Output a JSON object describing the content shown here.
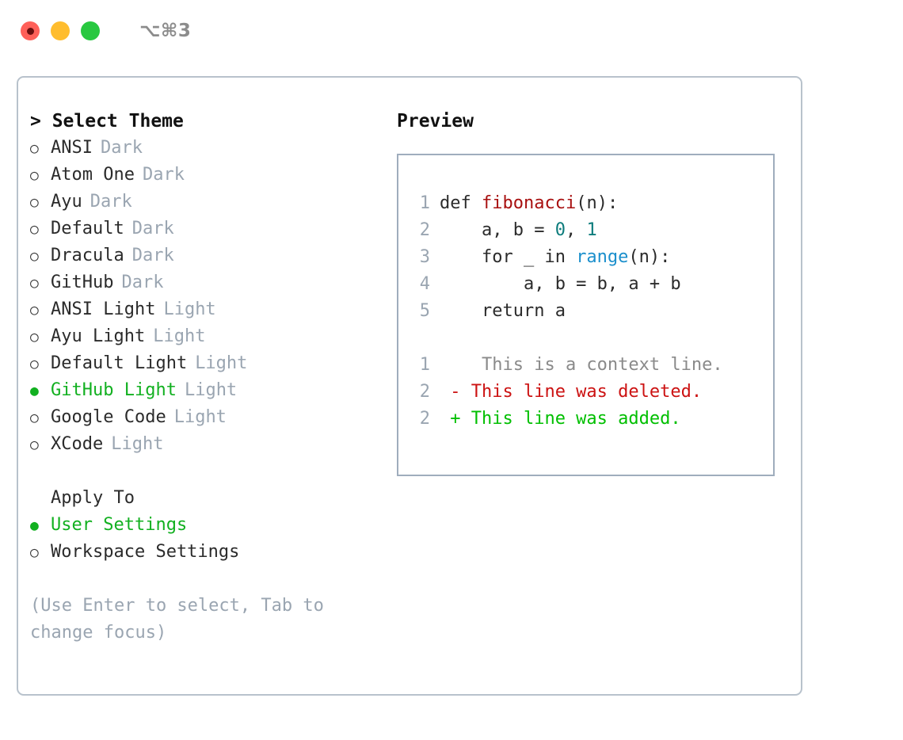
{
  "titlebar": {
    "shortcut": "⌥⌘3",
    "lights": [
      {
        "name": "close",
        "color": "#ff6059"
      },
      {
        "name": "minimize",
        "color": "#ffbd2e"
      },
      {
        "name": "maximize",
        "color": "#28c840"
      }
    ]
  },
  "theme_picker": {
    "heading": "> Select Theme",
    "marker_selected": "●",
    "marker_unselected": "○",
    "items": [
      {
        "label": "ANSI",
        "tag": "Dark",
        "selected": false
      },
      {
        "label": "Atom One",
        "tag": "Dark",
        "selected": false
      },
      {
        "label": "Ayu",
        "tag": "Dark",
        "selected": false
      },
      {
        "label": "Default",
        "tag": "Dark",
        "selected": false
      },
      {
        "label": "Dracula",
        "tag": "Dark",
        "selected": false
      },
      {
        "label": "GitHub",
        "tag": "Dark",
        "selected": false
      },
      {
        "label": "ANSI Light",
        "tag": "Light",
        "selected": false
      },
      {
        "label": "Ayu Light",
        "tag": "Light",
        "selected": false
      },
      {
        "label": "Default Light",
        "tag": "Light",
        "selected": false
      },
      {
        "label": "GitHub Light",
        "tag": "Light",
        "selected": true
      },
      {
        "label": "Google Code",
        "tag": "Light",
        "selected": false
      },
      {
        "label": "XCode",
        "tag": "Light",
        "selected": false
      }
    ]
  },
  "apply_to": {
    "heading": "Apply To",
    "items": [
      {
        "label": "User Settings",
        "selected": true
      },
      {
        "label": "Workspace Settings",
        "selected": false
      }
    ]
  },
  "hint": "(Use Enter to select, Tab to change focus)",
  "preview": {
    "heading": "Preview",
    "code": [
      {
        "lineno": "1",
        "parts": [
          {
            "text": "def ",
            "type": "plain"
          },
          {
            "text": "fibonacci",
            "type": "func"
          },
          {
            "text": "(n):",
            "type": "plain"
          }
        ]
      },
      {
        "lineno": "2",
        "parts": [
          {
            "text": "    a, b = ",
            "type": "plain"
          },
          {
            "text": "0",
            "type": "num"
          },
          {
            "text": ", ",
            "type": "plain"
          },
          {
            "text": "1",
            "type": "num"
          }
        ]
      },
      {
        "lineno": "3",
        "parts": [
          {
            "text": "    for _ in ",
            "type": "plain"
          },
          {
            "text": "range",
            "type": "call"
          },
          {
            "text": "(n):",
            "type": "plain"
          }
        ]
      },
      {
        "lineno": "4",
        "parts": [
          {
            "text": "        a, b = b, a + b",
            "type": "plain"
          }
        ]
      },
      {
        "lineno": "5",
        "parts": [
          {
            "text": "    return a",
            "type": "plain"
          }
        ]
      }
    ],
    "diff": [
      {
        "lineno": "1",
        "marker": " ",
        "text": "  This is a context line.",
        "kind": "context"
      },
      {
        "lineno": "2",
        "marker": "-",
        "text": " This line was deleted.",
        "kind": "deleted"
      },
      {
        "lineno": "2",
        "marker": "+",
        "text": " This line was added.",
        "kind": "added"
      }
    ]
  },
  "colors": {
    "accent_green": "#12b020",
    "muted": "#9aa5b1",
    "border": "#b8c2cc",
    "preview_border": "#9fadbd",
    "func": "#a81010",
    "number": "#0d7c7c",
    "call": "#1b8fcc",
    "diff_added": "#00bf00",
    "diff_deleted": "#cc1212",
    "diff_context": "#8a8a8a"
  }
}
